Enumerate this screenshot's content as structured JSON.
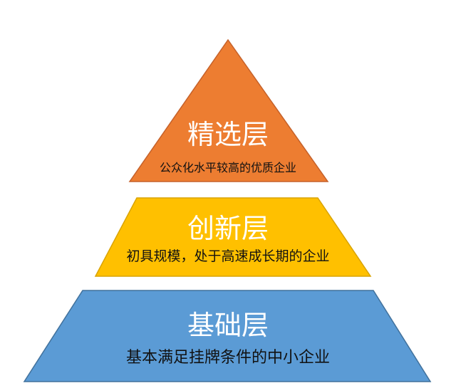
{
  "pyramid": {
    "layers": [
      {
        "title": "精选层",
        "subtitle": "公众化水平较高的优质企业",
        "fill": "#ED7D31",
        "stroke": "#C5612A"
      },
      {
        "title": "创新层",
        "subtitle": "初具规模，处于高速成长期的企业",
        "fill": "#FFC000",
        "stroke": "#D9A300"
      },
      {
        "title": "基础层",
        "subtitle": "基本满足挂牌条件的中小企业",
        "fill": "#5B9BD5",
        "stroke": "#41719C"
      }
    ]
  }
}
